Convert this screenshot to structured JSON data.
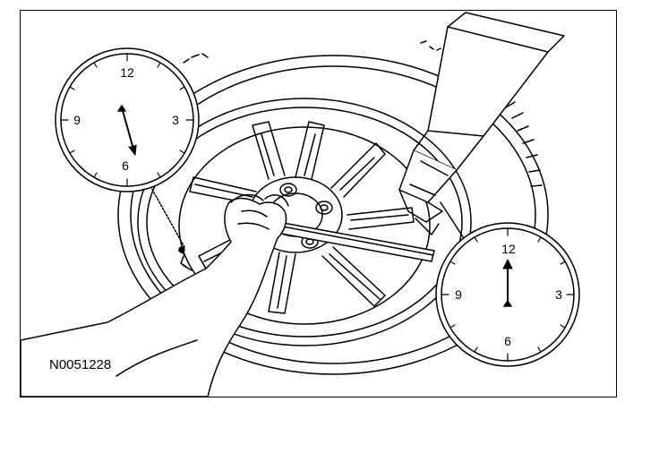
{
  "figure": {
    "id": "N0051228"
  },
  "colors": {
    "line": "#000000",
    "background": "#ffffff"
  },
  "dials": [
    {
      "name": "left-dial",
      "numerals": {
        "top": "12",
        "right": "3",
        "bottom": "6",
        "left": "9"
      },
      "hand_pointing_to": "between 5 and 6"
    },
    {
      "name": "right-dial",
      "numerals": {
        "top": "12",
        "right": "3",
        "bottom": "6",
        "left": "9"
      },
      "hand_pointing_to": "12"
    }
  ]
}
